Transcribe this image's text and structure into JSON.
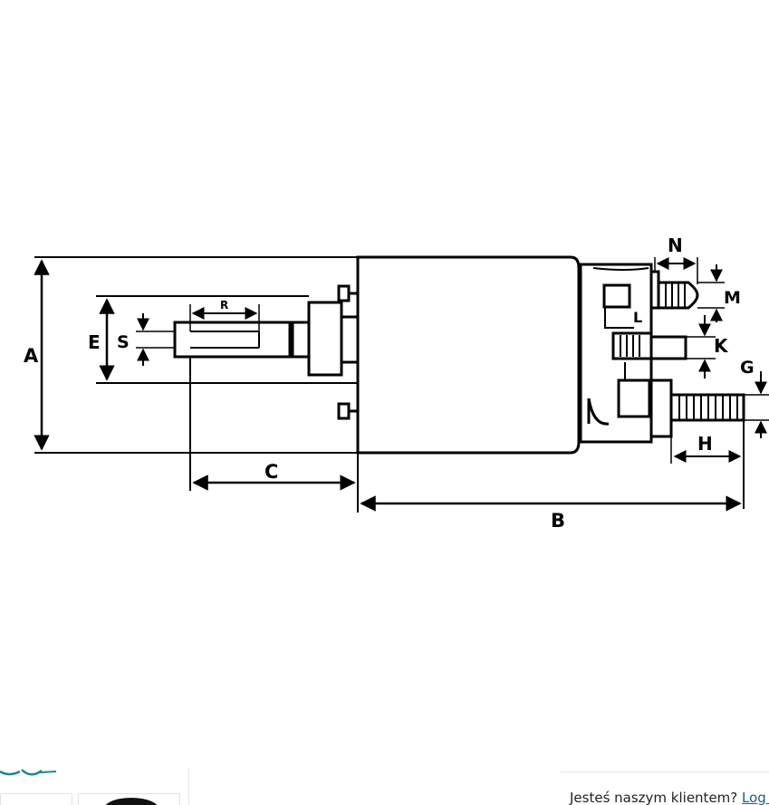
{
  "diagram": {
    "dimension_labels": {
      "A": "A",
      "B": "B",
      "C": "C",
      "E": "E",
      "S": "S",
      "R": "R",
      "N": "N",
      "M": "M",
      "L": "L",
      "K": "K",
      "G": "G",
      "H": "H"
    }
  },
  "footer": {
    "login_prompt": "Jesteś naszym klientem?",
    "login_link": "Log in"
  },
  "colors": {
    "line": "#000000",
    "background": "#ffffff",
    "logo_accent": "#1a8a8a",
    "link": "#1c5f7a"
  }
}
